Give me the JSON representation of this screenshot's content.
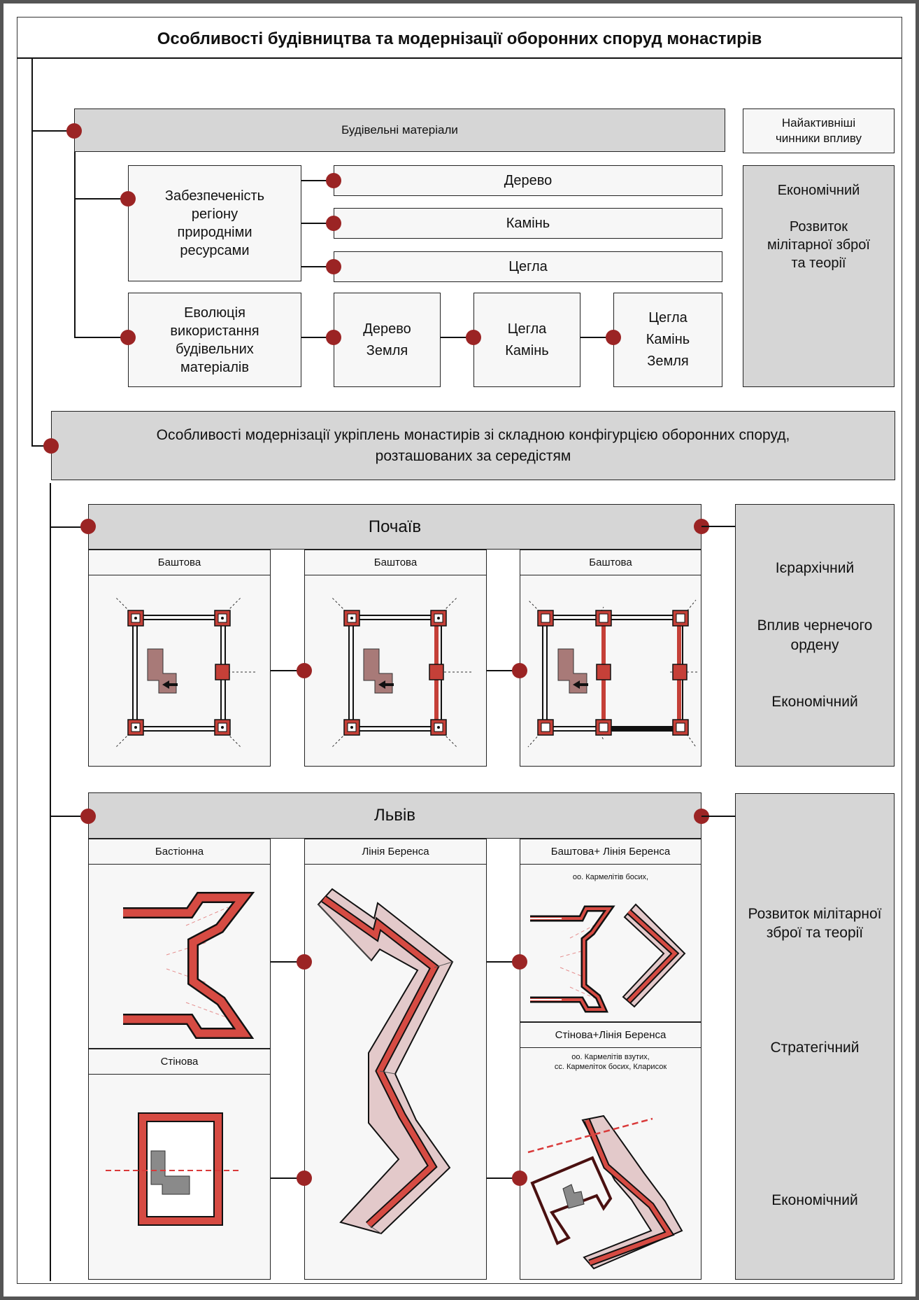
{
  "title": "Особливості будівництва та модернізації оборонних споруд монастирів",
  "section_materials": {
    "header": "Будівельні матеріали",
    "availability": "Забезпеченість\nрегіону\nприродніми\nресурсами",
    "materials": [
      "Дерево",
      "Камінь",
      "Цегла"
    ],
    "evolution": "Еволюція\nвикористання\nбудівельних\nматеріалів",
    "evolution_steps": [
      "Дерево\nЗемля",
      "Цегла\nКамінь",
      "Цегла\nКамінь\nЗемля"
    ]
  },
  "factors_header": "Найактивніші\nчинники впливу",
  "factors_materials": "Економічний\n\nРозвиток\nмілітарної зброї\nта теорії",
  "section_modernization": {
    "header": "Особливості модернізації  укріплень монастирів зі складною конфігурцією оборонних споруд,\nрозташованих за середістям"
  },
  "pochaiv": {
    "header": "Почаїв",
    "panels": [
      "Баштова",
      "Баштова",
      "Баштова"
    ],
    "factors": "Ієрархічний\n\n\nВплив чернечого\nордену\n\n\nЕкономічний"
  },
  "lviv": {
    "header": "Львів",
    "panels": {
      "bastion": "Бастіонна",
      "wall": "Стінова",
      "berens": "Лінія Беренса",
      "tower_berens": "Баштова+ Лінія Беренса",
      "tower_berens_note": "оо. Кармелітів босих,",
      "wall_berens": "Стінова+Лінія Беренса",
      "wall_berens_note": "оо. Кармелітів взутих,\nсс. Кармеліток босих, Кларисок"
    },
    "factors": "Розвиток мілітарної\nзброї та теорії\n\n\n\n\n\nСтратегічний\n\n\n\n\n\n\n\nЕкономічний"
  },
  "colors": {
    "accent": "#9b2424",
    "wall_red": "#d64b43",
    "berens_fill": "#e3c9ca",
    "church": "#a87a78",
    "header_gray": "#d6d6d6"
  }
}
